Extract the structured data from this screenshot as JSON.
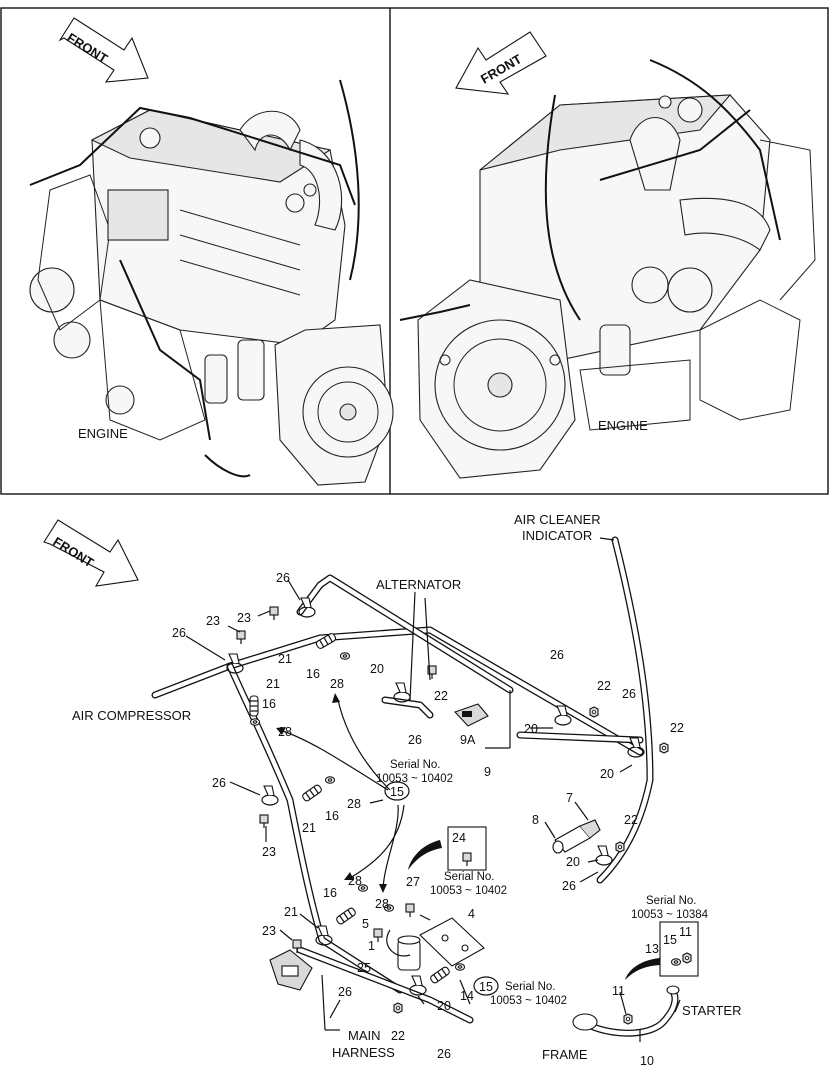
{
  "panels": {
    "top_left": {
      "front_arrow": "FRONT",
      "engine_label": "ENGINE"
    },
    "top_right": {
      "front_arrow": "FRONT",
      "engine_label": "ENGINE"
    },
    "bottom": {
      "front_arrow": "FRONT"
    }
  },
  "callouts": {
    "air_cleaner_indicator": [
      "AIR CLEANER",
      "INDICATOR"
    ],
    "alternator": "ALTERNATOR",
    "air_compressor": "AIR COMPRESSOR",
    "main_harness": [
      "MAIN",
      "HARNESS"
    ],
    "starter": "STARTER",
    "frame": "FRAME"
  },
  "serial_notes": {
    "upper": {
      "ref": "15",
      "line1": "Serial No.",
      "line2": "10053 ~ 10402"
    },
    "box24": {
      "ref": "24",
      "line1": "Serial No.",
      "line2": "10053 ~ 10402"
    },
    "lower": {
      "ref": "15",
      "line1": "Serial No.",
      "line2": "10053 ~ 10402"
    },
    "box_right": {
      "refs": [
        "11",
        "15",
        "13"
      ],
      "line1": "Serial No.",
      "line2": "10053 ~ 10384"
    }
  },
  "part_numbers": [
    {
      "id": "p26a",
      "label": "26"
    },
    {
      "id": "p23a",
      "label": "23"
    },
    {
      "id": "p23b",
      "label": "23"
    },
    {
      "id": "p26b",
      "label": "26"
    },
    {
      "id": "p21a",
      "label": "21"
    },
    {
      "id": "p16a",
      "label": "16"
    },
    {
      "id": "p28a",
      "label": "28"
    },
    {
      "id": "p21b",
      "label": "21"
    },
    {
      "id": "p16b",
      "label": "16"
    },
    {
      "id": "p28b",
      "label": "28"
    },
    {
      "id": "p20a",
      "label": "20"
    },
    {
      "id": "p22a",
      "label": "22"
    },
    {
      "id": "p26c",
      "label": "26"
    },
    {
      "id": "p9a",
      "label": "9A"
    },
    {
      "id": "p9",
      "label": "9"
    },
    {
      "id": "p26d",
      "label": "26"
    },
    {
      "id": "p22b",
      "label": "22"
    },
    {
      "id": "p26e",
      "label": "26"
    },
    {
      "id": "p20b",
      "label": "20"
    },
    {
      "id": "p22c",
      "label": "22"
    },
    {
      "id": "p20c",
      "label": "20"
    },
    {
      "id": "p26f",
      "label": "26"
    },
    {
      "id": "p28c",
      "label": "28"
    },
    {
      "id": "p21c",
      "label": "21"
    },
    {
      "id": "p16c",
      "label": "16"
    },
    {
      "id": "p23c",
      "label": "23"
    },
    {
      "id": "p7",
      "label": "7"
    },
    {
      "id": "p8",
      "label": "8"
    },
    {
      "id": "p22d",
      "label": "22"
    },
    {
      "id": "p20d",
      "label": "20"
    },
    {
      "id": "p26g",
      "label": "26"
    },
    {
      "id": "p28d",
      "label": "28"
    },
    {
      "id": "p16d",
      "label": "16"
    },
    {
      "id": "p28e",
      "label": "28"
    },
    {
      "id": "p24",
      "label": "24"
    },
    {
      "id": "p27",
      "label": "27"
    },
    {
      "id": "p4",
      "label": "4"
    },
    {
      "id": "p21d",
      "label": "21"
    },
    {
      "id": "p5",
      "label": "5"
    },
    {
      "id": "p23d",
      "label": "23"
    },
    {
      "id": "p1",
      "label": "1"
    },
    {
      "id": "p25",
      "label": "25"
    },
    {
      "id": "p26h",
      "label": "26"
    },
    {
      "id": "p14",
      "label": "14"
    },
    {
      "id": "p20e",
      "label": "20"
    },
    {
      "id": "p22e",
      "label": "22"
    },
    {
      "id": "p26i",
      "label": "26"
    },
    {
      "id": "p11",
      "label": "11"
    },
    {
      "id": "p10",
      "label": "10"
    }
  ],
  "colors": {
    "ink": "#111111",
    "paper": "#ffffff",
    "shade": "#d9d9d9"
  }
}
